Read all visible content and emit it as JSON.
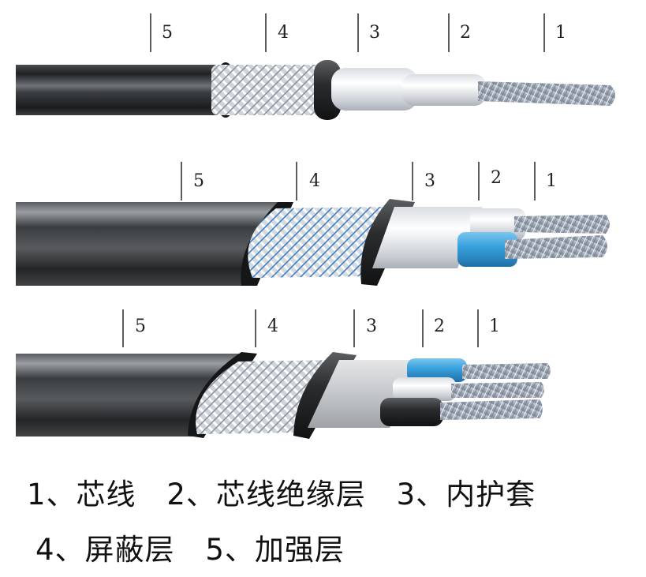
{
  "markers": [
    [
      "5",
      "4",
      "3",
      "2",
      "1"
    ],
    [
      "5",
      "4",
      "3",
      "2",
      "1"
    ],
    [
      "5",
      "4",
      "3",
      "2",
      "1"
    ]
  ],
  "legend": {
    "line1": [
      {
        "number": "1",
        "text": "、芯线"
      },
      {
        "number": "2",
        "text": "、芯线绝缘层"
      },
      {
        "number": "3",
        "text": "、内护套"
      }
    ],
    "line2": [
      {
        "number": "4",
        "text": "、屏蔽层"
      },
      {
        "number": "5",
        "text": "、加强层"
      }
    ]
  },
  "colors": {
    "sheath": "#2e3032",
    "braid": "#e8ecf0",
    "inner_jacket": "#1c1c1c",
    "insulation_white": "#f2f4f6",
    "insulation_blue": "#2f9bd8",
    "insulation_black": "#303234",
    "copper_wire": "#aeb6c2"
  }
}
